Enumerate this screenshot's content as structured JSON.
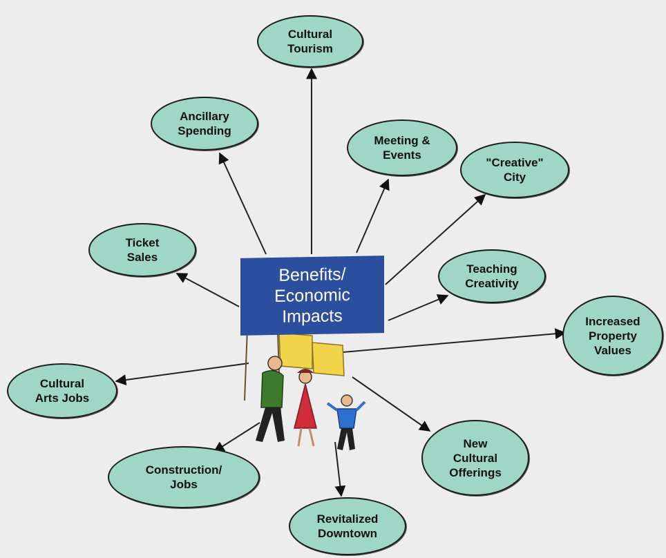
{
  "center": {
    "label": "Benefits/\nEconomic\nImpacts"
  },
  "nodes": {
    "cultural_tourism": "Cultural\nTourism",
    "ancillary_spending": "Ancillary\nSpending",
    "meeting_events": "Meeting &\nEvents",
    "creative_city": "\"Creative\"\nCity",
    "ticket_sales": "Ticket\nSales",
    "teaching_creativity": "Teaching\nCreativity",
    "increased_property_values": "Increased\nProperty\nValues",
    "cultural_arts_jobs": "Cultural\nArts Jobs",
    "new_cultural_offerings": "New\nCultural\nOfferings",
    "construction_jobs": "Construction/\nJobs",
    "revitalized_downtown": "Revitalized\nDowntown"
  },
  "colors": {
    "node_fill": "#9fd6c6",
    "banner": "#2b4f9e",
    "flag": "#f2d44a",
    "outline": "#1d1d1d"
  }
}
